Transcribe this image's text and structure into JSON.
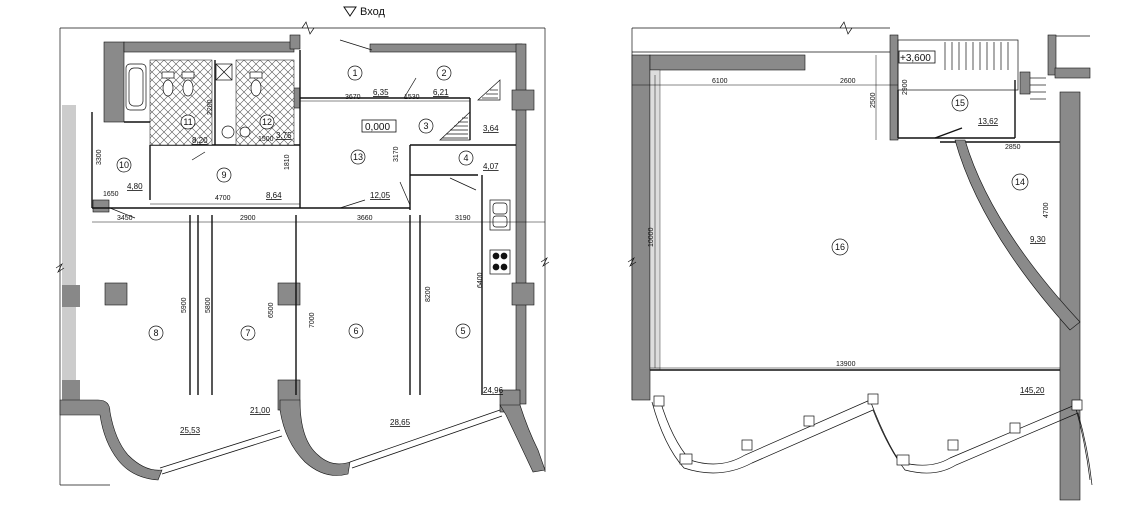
{
  "entrance": {
    "label": "Вход"
  },
  "levels": {
    "ground": "0,000",
    "upper": "+3,600"
  },
  "left_plan": {
    "rooms": [
      {
        "num": "1"
      },
      {
        "num": "2"
      },
      {
        "num": "3"
      },
      {
        "num": "4"
      },
      {
        "num": "5"
      },
      {
        "num": "6"
      },
      {
        "num": "7"
      },
      {
        "num": "8"
      },
      {
        "num": "9"
      },
      {
        "num": "10"
      },
      {
        "num": "11"
      },
      {
        "num": "12"
      },
      {
        "num": "13"
      }
    ],
    "areas": [
      "6,35",
      "6,21",
      "3,64",
      "4,07",
      "24,96",
      "28,65",
      "21,00",
      "25,53",
      "8,64",
      "4,80",
      "8,20",
      "3,75",
      "12,05"
    ],
    "dims": [
      "3670",
      "1530",
      "3450",
      "2900",
      "3660",
      "3190",
      "4700",
      "1650",
      "3300",
      "2200",
      "1500",
      "1810",
      "3170",
      "5900",
      "5800",
      "6500",
      "7000",
      "8200",
      "6400"
    ]
  },
  "right_plan": {
    "rooms": [
      {
        "num": "14"
      },
      {
        "num": "15"
      },
      {
        "num": "16"
      }
    ],
    "areas": [
      "13,62",
      "9,30",
      "145,20"
    ],
    "dims": [
      "6100",
      "2600",
      "2500",
      "2900",
      "2850",
      "4700",
      "10000",
      "13900"
    ]
  }
}
